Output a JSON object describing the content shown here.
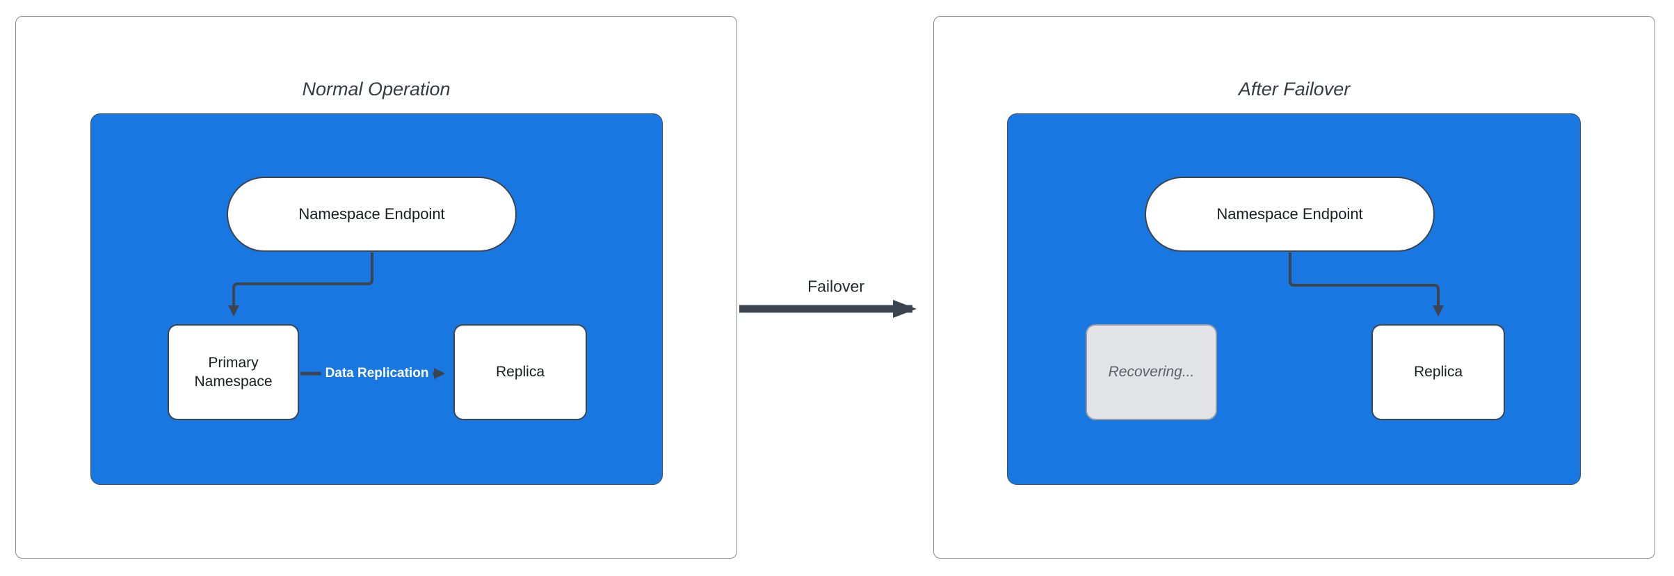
{
  "colors": {
    "blue": "#1877E0",
    "blue_border": "#46505C",
    "slate": "#3C4450",
    "panel_border": "#888C92",
    "title_text": "#363B42",
    "node_text": "#191C20",
    "failover_text": "#23272E",
    "edge_label_text": "#FFFFFF",
    "recovering_fill": "#E1E3E6",
    "recovering_border": "#979CA3",
    "recovering_text": "#5B6168"
  },
  "left_panel": {
    "title": "Normal Operation",
    "endpoint": "Namespace Endpoint",
    "primary": "Primary Namespace",
    "replica": "Replica",
    "replication_label": "Data Replication"
  },
  "failover": {
    "label": "Failover"
  },
  "right_panel": {
    "title": "After Failover",
    "endpoint": "Namespace Endpoint",
    "recovering": "Recovering...",
    "replica": "Replica"
  }
}
